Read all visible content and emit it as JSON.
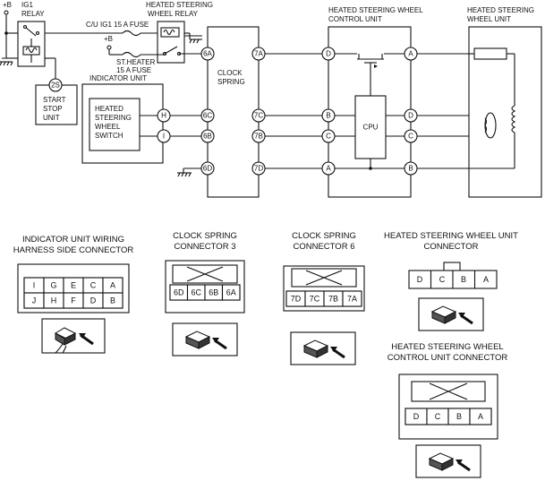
{
  "supply": {
    "plus_b_top": "+B",
    "plus_b_mid": "+B"
  },
  "ig1_relay": {
    "label_line1": "IG1",
    "label_line2": "RELAY"
  },
  "start_stop_unit": {
    "pin": "2S",
    "label_line1": "START",
    "label_line2": "STOP",
    "label_line3": "UNIT"
  },
  "fuses": {
    "cu_ig1": "C/U IG1 15 A FUSE",
    "st_heater_line1": "ST.HEATER",
    "st_heater_line2": "15 A FUSE"
  },
  "heated_relay": {
    "label_line1": "HEATED STEERING",
    "label_line2": "WHEEL RELAY"
  },
  "indicator_unit": {
    "title": "INDICATOR UNIT",
    "switch_line1": "HEATED",
    "switch_line2": "STEERING",
    "switch_line3": "WHEEL",
    "switch_line4": "SWITCH",
    "pin_h": "H",
    "pin_i": "I"
  },
  "clock_spring": {
    "label_line1": "CLOCK",
    "label_line2": "SPRING",
    "pins_left": [
      "6A",
      "6C",
      "6B",
      "6D"
    ],
    "pins_right": [
      "7A",
      "7C",
      "7B",
      "7D"
    ]
  },
  "control_unit": {
    "title_line1": "HEATED STEERING WHEEL",
    "title_line2": "CONTROL UNIT",
    "cpu": "CPU",
    "pins_left": [
      "D",
      "B",
      "C",
      "A"
    ],
    "pins_right": [
      "A",
      "D",
      "C",
      "B"
    ]
  },
  "wheel_unit": {
    "title_line1": "HEATED STEERING",
    "title_line2": "WHEEL UNIT"
  },
  "connectors": {
    "indicator": {
      "title_line1": "INDICATOR UNIT WIRING",
      "title_line2": "HARNESS SIDE CONNECTOR",
      "row1": [
        "I",
        "G",
        "E",
        "C",
        "A"
      ],
      "row2": [
        "J",
        "H",
        "F",
        "D",
        "B"
      ]
    },
    "clock3": {
      "title_line1": "CLOCK SPRING",
      "title_line2": "CONNECTOR 3",
      "cells": [
        "6D",
        "6C",
        "6B",
        "6A"
      ]
    },
    "clock6": {
      "title_line1": "CLOCK SPRING",
      "title_line2": "CONNECTOR 6",
      "cells": [
        "7D",
        "7C",
        "7B",
        "7A"
      ]
    },
    "wheel_unit_conn": {
      "title_line1": "HEATED STEERING WHEEL UNIT",
      "title_line2": "CONNECTOR",
      "cells": [
        "D",
        "C",
        "B",
        "A"
      ]
    },
    "control_unit_conn": {
      "title_line1": "HEATED STEERING WHEEL",
      "title_line2": "CONTROL UNIT CONNECTOR",
      "cells": [
        "D",
        "C",
        "B",
        "A"
      ]
    }
  }
}
